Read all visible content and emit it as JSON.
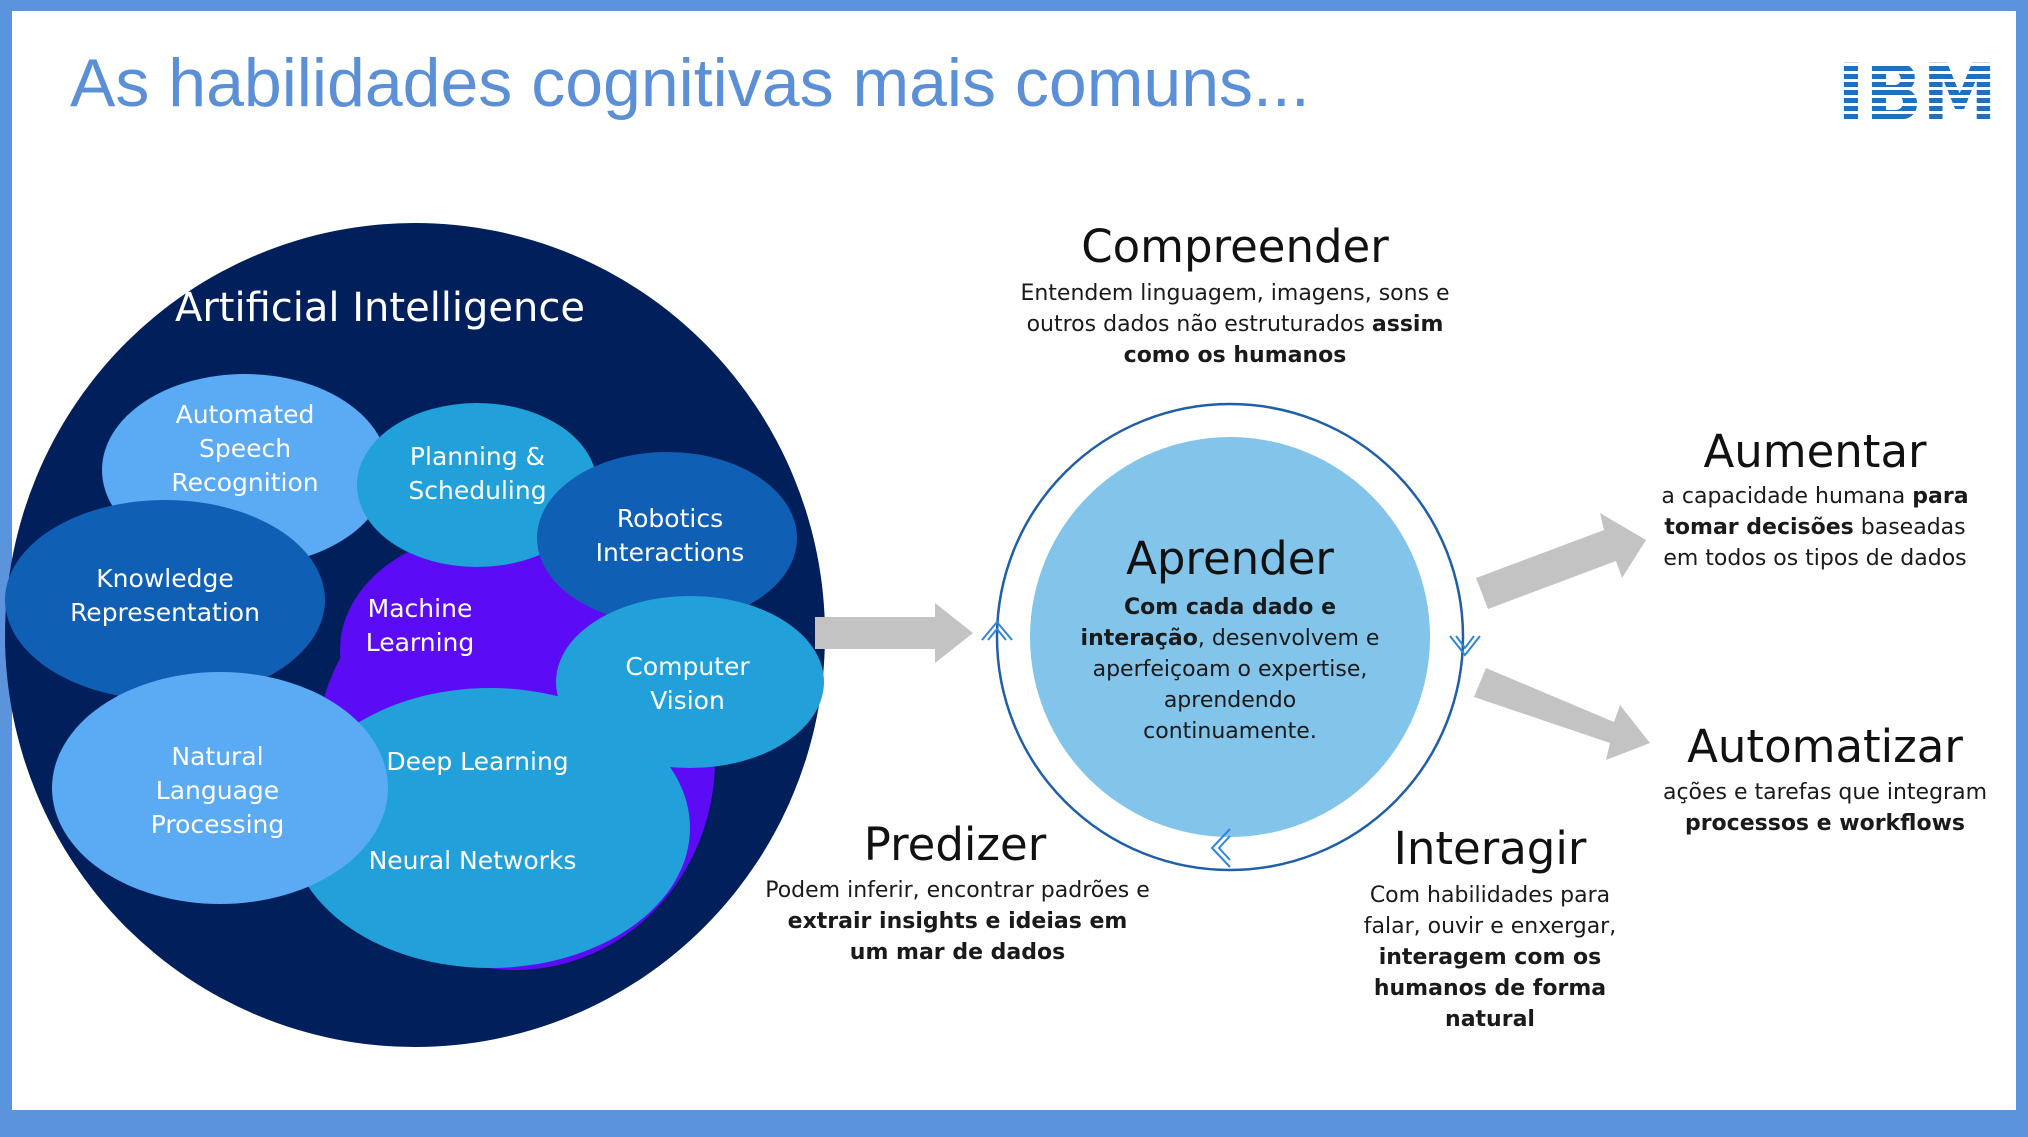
{
  "title": "As habilidades cognitivas mais comuns...",
  "logo": {
    "text": "IBM",
    "color": "#1f70c1"
  },
  "ai_diagram": {
    "title": "Artificial Intelligence",
    "colors": {
      "outer": "#001f5b",
      "ml": "#5c0cf5",
      "light": "#5aaaf4",
      "mid": "#21a0d9",
      "dark": "#0f5fb5"
    },
    "items": {
      "asr": "Automated\nSpeech\nRecognition",
      "planning": "Planning &\nScheduling",
      "robotics": "Robotics\nInteractions",
      "knowledge": "Knowledge\nRepresentation",
      "ml": "Machine\nLearning",
      "vision": "Computer\nVision",
      "nlp": "Natural\nLanguage\nProcessing",
      "deep_learning": "Deep Learning",
      "neural_networks": "Neural Networks"
    }
  },
  "cycle": {
    "center": {
      "title": "Aprender",
      "desc_bold": "Com cada dado e interação",
      "desc_rest": ", desenvolvem e aperfeiçoam o expertise, aprendendo continuamente.",
      "color": "#82c4ea"
    },
    "compreender": {
      "title": "Compreender",
      "desc_plain": "Entendem linguagem, imagens, sons e outros dados não estruturados ",
      "desc_bold": "assim como os humanos"
    },
    "predizer": {
      "title": "Predizer",
      "desc_plain": "Podem inferir, encontrar padrões e ",
      "desc_bold": "extrair insights e ideias em um mar de dados"
    },
    "interagir": {
      "title": "Interagir",
      "desc_plain": "Com habilidades para falar, ouvir e enxergar, ",
      "desc_bold": "interagem com os humanos de forma natural"
    }
  },
  "outcomes": {
    "aumentar": {
      "title": "Aumentar",
      "desc_plain1": "a capacidade humana ",
      "desc_bold": "para tomar decisões",
      "desc_plain2": " baseadas em todos os tipos de dados"
    },
    "automatizar": {
      "title": "Automatizar",
      "desc_plain": "ações e tarefas que integram ",
      "desc_bold": "processos e workflows"
    }
  }
}
